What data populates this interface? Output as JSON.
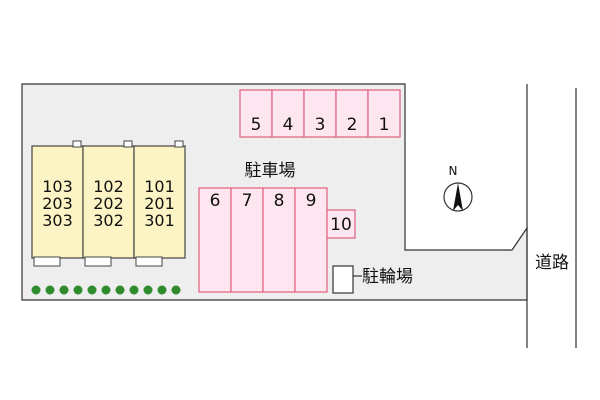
{
  "colors": {
    "lot_fill": "#eeeeee",
    "outline": "#333333",
    "parking_fill": "#fde6ef",
    "parking_stroke": "#e0607e",
    "building_fill": "#fcf4c4",
    "building_stroke": "#444444",
    "hedge": "#2e8b2e",
    "road_line": "#333333"
  },
  "labels": {
    "parking_lot": "駐車場",
    "bicycle_parking": "駐輪場",
    "road": "道路",
    "north": "N"
  },
  "parking_top": [
    "5",
    "4",
    "3",
    "2",
    "1"
  ],
  "parking_bottom": [
    "6",
    "7",
    "8",
    "9"
  ],
  "parking_extra": "10",
  "buildings": [
    {
      "units": [
        "103",
        "203",
        "303"
      ]
    },
    {
      "units": [
        "102",
        "202",
        "302"
      ]
    },
    {
      "units": [
        "101",
        "201",
        "301"
      ]
    }
  ],
  "hedge_count": 11,
  "icons": {
    "compass": "north-arrow-icon"
  }
}
